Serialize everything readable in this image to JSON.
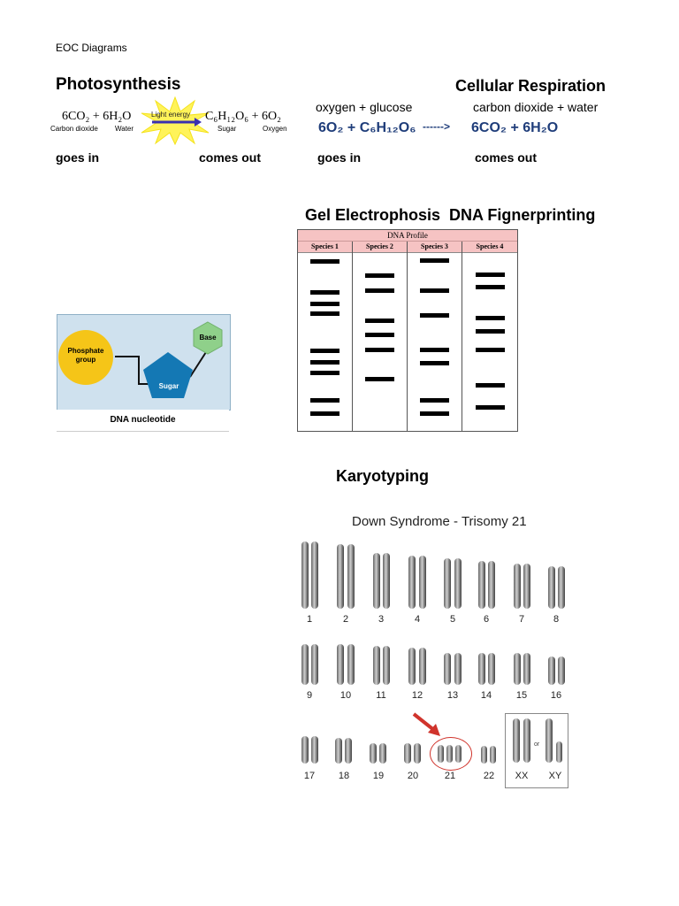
{
  "header": {
    "doc_title": "EOC Diagrams"
  },
  "photosynthesis": {
    "heading": "Photosynthesis",
    "reactants": "6CO₂ + 6H₂O",
    "reactant_names": [
      "Carbon dioxide",
      "Water"
    ],
    "energy_label": "Light energy",
    "products": "C₆H₁₂O₆ + 6O₂",
    "product_names": [
      "Sugar",
      "Oxygen"
    ],
    "goes_in": "goes in",
    "comes_out": "comes out"
  },
  "respiration": {
    "heading": "Cellular Respiration",
    "reactants_words": "oxygen + glucose",
    "products_words": "carbon dioxide + water",
    "reactants_formula": "6O₂ + C₆H₁₂O₆",
    "arrow": "------>",
    "products_formula": "6CO₂ + 6H₂O",
    "goes_in": "goes in",
    "comes_out": "comes out"
  },
  "gel": {
    "heading": "Gel Electrophosis  DNA Fignerprinting",
    "table_title": "DNA Profile",
    "species": [
      "Species 1",
      "Species 2",
      "Species 3",
      "Species 4"
    ]
  },
  "nucleotide": {
    "phosphate": "Phosphate group",
    "sugar": "Sugar",
    "base": "Base",
    "caption": "DNA nucleotide"
  },
  "karyotype": {
    "heading": "Karyotyping",
    "title": "Down Syndrome - Trisomy 21",
    "labels_row1": [
      "1",
      "2",
      "3",
      "4",
      "5",
      "6",
      "7",
      "8"
    ],
    "labels_row2": [
      "9",
      "10",
      "11",
      "12",
      "13",
      "14",
      "15",
      "16"
    ],
    "labels_row3": [
      "17",
      "18",
      "19",
      "20",
      "21",
      "22",
      "XX",
      "XY"
    ],
    "or_text": "or"
  },
  "colors": {
    "gel_header": "#f6c3c3",
    "nucleotide_bg": "#cfe1ee",
    "phosphate": "#f5c518",
    "sugar": "#1478b4",
    "base": "#8fd08a",
    "highlight": "#d0342c"
  }
}
